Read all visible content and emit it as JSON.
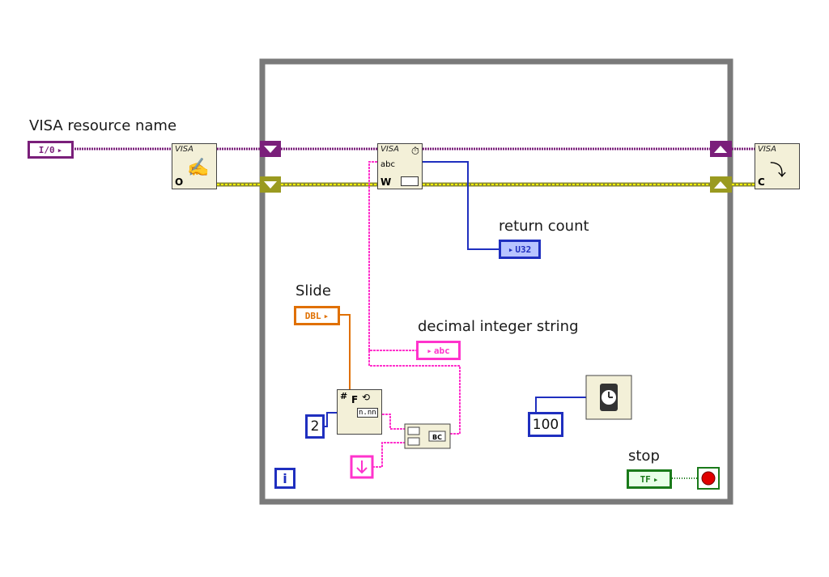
{
  "labels": {
    "visa_resource_name": "VISA resource name",
    "return_count": "return count",
    "slide": "Slide",
    "decimal_integer_string": "decimal integer string",
    "stop": "stop"
  },
  "terminals": {
    "visa_io": "I/0",
    "return_count_type": "U32",
    "slide_type": "DBL",
    "string_type": "abc",
    "stop_type": "TF"
  },
  "constants": {
    "precision": "2",
    "wait_ms": "100"
  },
  "nodes": {
    "visa_open_tag": "VISA",
    "visa_write_tag": "VISA",
    "visa_close_tag": "VISA",
    "visa_open_letter": "O",
    "visa_write_letter": "W",
    "visa_close_letter": "C",
    "write_abc": "abc",
    "format_hash": "#",
    "format_f": "F",
    "format_nnn": "n.nn",
    "iteration": "i"
  },
  "colors": {
    "visa_wire": "#7a1f7a",
    "error_wire": "#d6d600",
    "string_wire": "#ff33cc",
    "numeric_u32": "#1f2fbf",
    "numeric_dbl": "#e07000",
    "boolean": "#1a7a1a",
    "loop_frame": "#7a7a7a"
  }
}
